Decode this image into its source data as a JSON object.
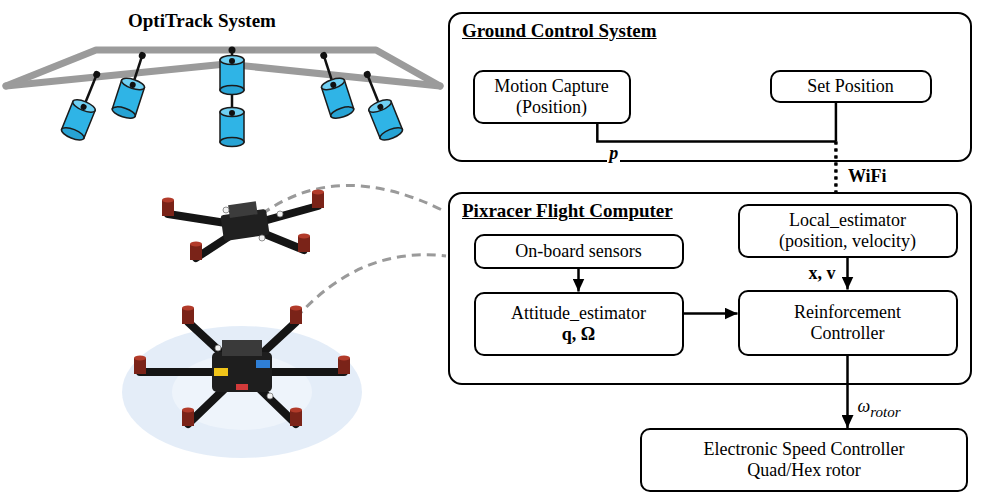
{
  "diagram": {
    "nodes": [
      {
        "text": [
          "Ground Control System"
        ]
      },
      {
        "text": [
          "Motion Capture (Position)"
        ],
        "in": 0
      },
      {
        "text": [
          "Set Position"
        ],
        "in": 0
      },
      {
        "text": [
          "Pixracer Flight Computer"
        ]
      },
      {
        "text": [
          "On-board sensors"
        ],
        "in": 3
      },
      {
        "text": [
          "Attitude_estimator",
          "q, Ω"
        ],
        "in": 3
      },
      {
        "text": [
          "Local_estimator (position, velocity)"
        ],
        "in": 3
      },
      {
        "text": [
          "Reinforcement Controller"
        ],
        "in": 3
      },
      {
        "text": [
          "Electronic Speed Controller Quad/Hex rotor"
        ]
      }
    ],
    "edges": [
      {
        "from": 1,
        "to": 3,
        "arrow": "none",
        "label": "p"
      },
      {
        "from": 2,
        "to": 3,
        "arrow": "none",
        "label": "WiFi"
      },
      {
        "from": 4,
        "to": 5,
        "arrow": "to"
      },
      {
        "from": 5,
        "to": 7,
        "arrow": "to"
      },
      {
        "from": 6,
        "to": 7,
        "arrow": "to",
        "label": "x, v"
      },
      {
        "from": 7,
        "to": 8,
        "arrow": "to",
        "label": "ωrotor"
      }
    ],
    "labels": [
      "OptiTrack System"
    ]
  }
}
